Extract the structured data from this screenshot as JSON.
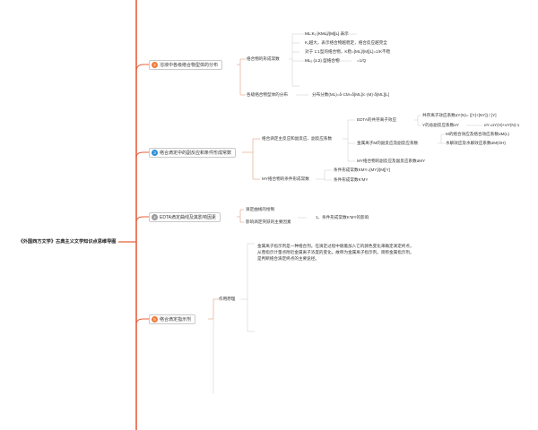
{
  "root": {
    "title": "《外国西方文学》古典主义文学知识点思维导图"
  },
  "colors": {
    "spine": "#e8603c",
    "link": "#e0a080",
    "leaf": "#c9c9c9",
    "badge_orange": "#f07a3a",
    "badge_blue": "#2b8fd6",
    "badge_gray": "#9a9a9a"
  },
  "branches": [
    {
      "number": "2",
      "label": "溶液中各级络合物型体的分布",
      "badge_color": "#f07a3a",
      "children": [
        {
          "label": "络合物的形成常数",
          "items": [
            "ML:K₁   [KML]/[M][L]   表示",
            "K₁越大，表示络合物越稳定，络合反应越完全",
            "对于 1:1型的络合物，K稳=[ML]/[M][L]=1/K不稳",
            "ML₂ (1:2) 型络合物",
            "=1/Q"
          ]
        },
        {
          "label": "各级络合物型体的分布",
          "items": [
            "分布分数(ML)=δ·CM=δ[ML]/c·(M)·δ[ML][L]"
          ]
        }
      ]
    },
    {
      "number": "3",
      "label": "络合滴定中的副反应和条件形成常数",
      "badge_color": "#2b8fd6",
      "children": [
        {
          "label": "络合滴定主反应和副反应、副反应系数",
          "items": [
            "EDTA的共存离子效应",
            "共存离子效应系数αY(N)= ([Y]+[NY]) / [Y]",
            "Y的总副反应系数αY",
            "αY=αY(H)+αY(N)-1",
            "金属离子M的副反应及副反应系数",
            "M的络合效应及络合效应系数αM(L)",
            "水解效应及水解效应系数αM(OH)",
            "MY络合物的副反应及副反应系数αMY"
          ]
        },
        {
          "label": "MY络合物的条件形成常数",
          "items": [
            "条件形成常数KMY=[MY]/[M][Y]",
            "条件形成常数K'MY"
          ]
        }
      ]
    },
    {
      "number": "4",
      "label": "EDTA滴定曲线及其影响因素",
      "badge_color": "#9a9a9a",
      "children": [
        {
          "label": "滴定曲线的绘制",
          "items": []
        },
        {
          "label": "影响滴定突跃的主要因素",
          "items": [
            "1、条件形成常数K'MY的影响"
          ]
        }
      ]
    },
    {
      "number": "5",
      "label": "络合滴定指示剂",
      "badge_color": "#f07a3a",
      "children": [
        {
          "label": "作用原理",
          "items": [
            "金属离子指示剂是一种络合剂。在滴定过程中随着加入它的颜色变化来确定滴定终点，从而指示计量点附近金属离子浓度的变化。故称为金属离子指示剂。简称金属指示剂。是判断络合滴定终点的主要途径。"
          ]
        }
      ]
    }
  ]
}
